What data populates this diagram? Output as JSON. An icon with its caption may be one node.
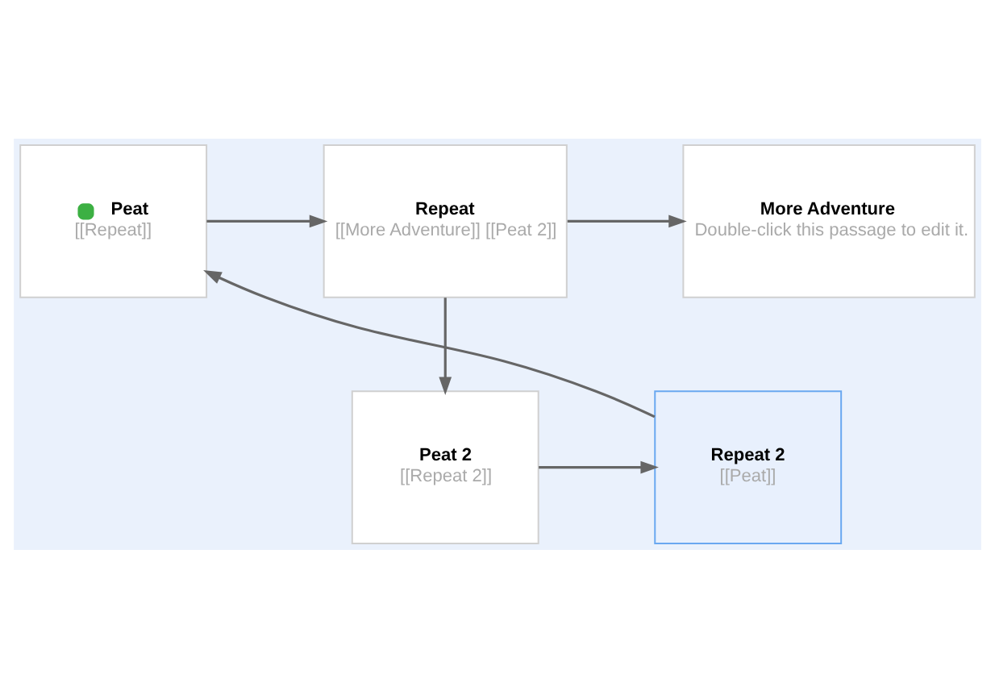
{
  "diagram": {
    "nodes": [
      {
        "text": [
          "Peat",
          "[[Repeat]]"
        ]
      },
      {
        "text": [
          "Repeat",
          "[[More Adventure]] [[Peat 2]]"
        ]
      },
      {
        "text": [
          "More Adventure",
          "Double-click this passage to edit it."
        ]
      },
      {
        "text": [
          "Peat 2",
          "[[Repeat 2]]"
        ]
      },
      {
        "text": [
          "Repeat 2",
          "[[Peat]]"
        ]
      }
    ],
    "edges": [
      {
        "from": 0,
        "to": 1,
        "arrow": "to"
      },
      {
        "from": 1,
        "to": 2,
        "arrow": "to"
      },
      {
        "from": 1,
        "to": 3,
        "arrow": "to"
      },
      {
        "from": 3,
        "to": 4,
        "arrow": "to"
      },
      {
        "from": 4,
        "to": 0,
        "arrow": "to"
      }
    ]
  }
}
